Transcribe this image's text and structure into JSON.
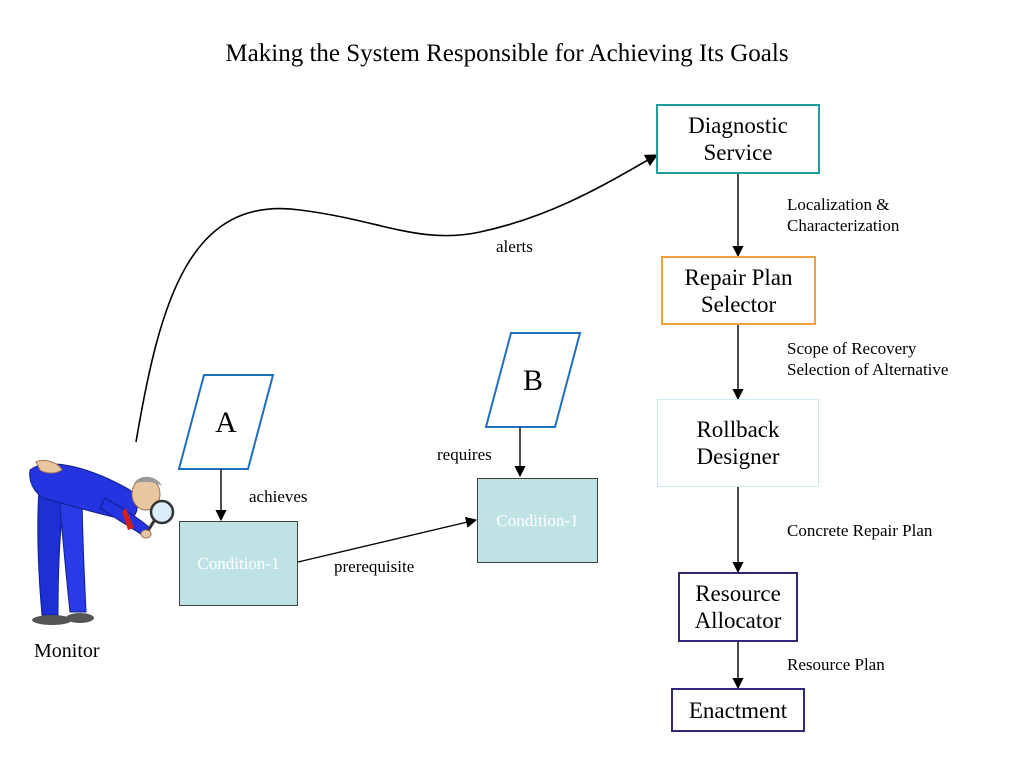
{
  "title": "Making the System Responsible for Achieving Its Goals",
  "pipeline": {
    "diagnostic": {
      "line1": "Diagnostic",
      "line2": "Service",
      "border": "#1f9e9e"
    },
    "repair_plan": {
      "line1": "Repair Plan",
      "line2": "Selector",
      "border": "#f0a040"
    },
    "rollback": {
      "line1": "Rollback",
      "line2": "Designer",
      "border": "#cfe8ef"
    },
    "resource": {
      "line1": "Resource",
      "line2": "Allocator",
      "border": "#2e2a78"
    },
    "enactment": {
      "line1": "Enactment",
      "border": "#2e2a78"
    }
  },
  "edge_labels": {
    "localization_1": "Localization &",
    "localization_2": "Characterization",
    "scope_1": "Scope of Recovery",
    "scope_2": "Selection of Alternative",
    "concrete": "Concrete Repair Plan",
    "resource_plan": "Resource Plan",
    "alerts": "alerts",
    "achieves": "achieves",
    "requires": "requires",
    "prerequisite": "prerequisite"
  },
  "goals": {
    "a": "A",
    "b": "B",
    "parallelogram_border": "#1f6fbf"
  },
  "conditions": {
    "left": "Condition-1",
    "right": "Condition-1",
    "fill": "#bfe2e4"
  },
  "monitor": {
    "label": "Monitor",
    "icon": "inspector-with-magnifying-glass-icon"
  }
}
